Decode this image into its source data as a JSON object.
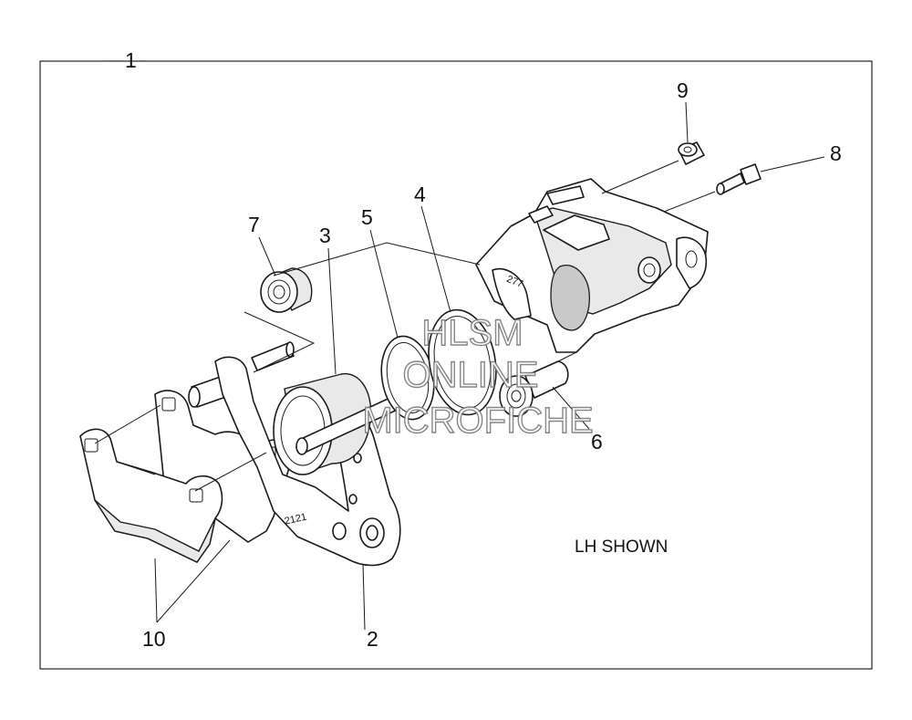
{
  "diagram": {
    "callouts": [
      {
        "id": "1",
        "label": "1"
      },
      {
        "id": "2",
        "label": "2"
      },
      {
        "id": "3",
        "label": "3"
      },
      {
        "id": "4",
        "label": "4"
      },
      {
        "id": "5",
        "label": "5"
      },
      {
        "id": "6",
        "label": "6"
      },
      {
        "id": "7",
        "label": "7"
      },
      {
        "id": "8",
        "label": "8"
      },
      {
        "id": "9",
        "label": "9"
      },
      {
        "id": "10",
        "label": "10"
      }
    ],
    "note": "LH SHOWN",
    "stamps": {
      "bracket": "2121",
      "caliper": "277"
    },
    "watermark": {
      "line1": "HLSM",
      "line2": "ONLINE",
      "line3": "MICROFICHE"
    }
  }
}
